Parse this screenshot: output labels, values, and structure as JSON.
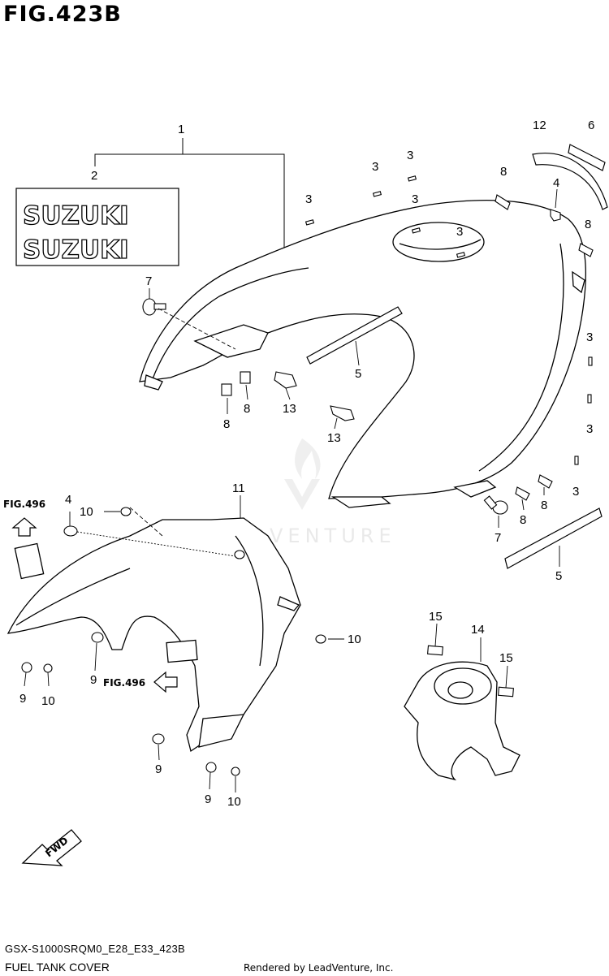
{
  "figure_title": "FIG.423B",
  "decal_text": "SUZUKI",
  "callouts": {
    "c1": "1",
    "c2": "2",
    "c3a": "3",
    "c3b": "3",
    "c3c": "3",
    "c3d": "3",
    "c3e": "3",
    "c3f": "3",
    "c3g": "3",
    "c3h": "3",
    "c4a": "4",
    "c4b": "4",
    "c5a": "5",
    "c5b": "5",
    "c6": "6",
    "c7a": "7",
    "c7b": "7",
    "c8a": "8",
    "c8b": "8",
    "c8c": "8",
    "c8d": "8",
    "c8e": "8",
    "c8f": "8",
    "c9a": "9",
    "c9b": "9",
    "c9c": "9",
    "c9d": "9",
    "c10a": "10",
    "c10b": "10",
    "c10c": "10",
    "c10d": "10",
    "c11": "11",
    "c12": "12",
    "c13a": "13",
    "c13b": "13",
    "c14": "14",
    "c15a": "15",
    "c15b": "15"
  },
  "fig_refs": {
    "ref1": "FIG.496",
    "ref2": "FIG.496"
  },
  "fwd_label": "FWD",
  "watermark": "LEADVENTURE",
  "footer": {
    "code": "GSX-S1000SRQM0_E28_E33_423B",
    "name": "FUEL TANK COVER",
    "credit": "Rendered by LeadVenture, Inc."
  }
}
